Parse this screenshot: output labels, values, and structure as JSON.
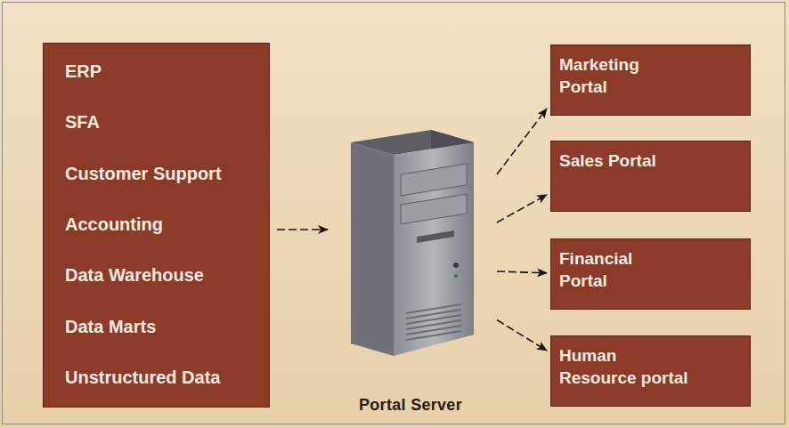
{
  "diagram": {
    "nodes": [
      {
        "text": [
          "ERP",
          "SFA",
          "Customer Support",
          "Accounting",
          "Data Warehouse",
          "Data Marts",
          "Unstructured Data"
        ]
      },
      {
        "text": [
          "Portal Server"
        ]
      },
      {
        "text": [
          "Marketing Portal"
        ]
      },
      {
        "text": [
          "Sales Portal"
        ]
      },
      {
        "text": [
          "Financial Portal"
        ]
      },
      {
        "text": [
          "Human Resource portal"
        ]
      }
    ],
    "edges": [
      {
        "from": 0,
        "to": 1,
        "arrow": "to"
      },
      {
        "from": 1,
        "to": 2,
        "arrow": "to"
      },
      {
        "from": 1,
        "to": 3,
        "arrow": "to"
      },
      {
        "from": 1,
        "to": 4,
        "arrow": "to"
      },
      {
        "from": 1,
        "to": 5,
        "arrow": "to"
      }
    ]
  }
}
